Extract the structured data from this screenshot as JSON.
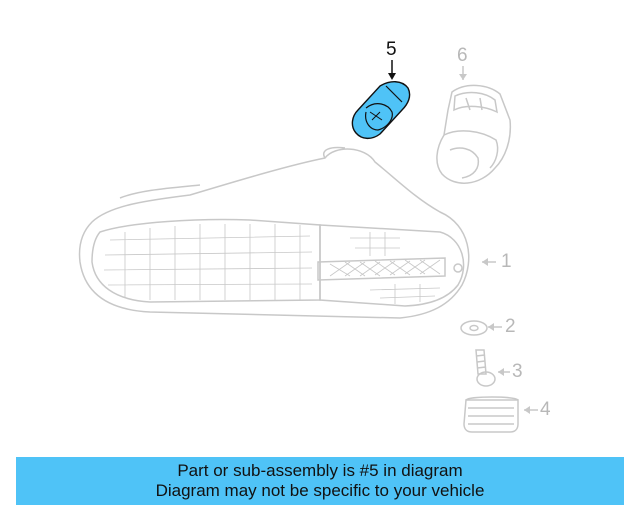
{
  "callouts": {
    "c1": "1",
    "c2": "2",
    "c3": "3",
    "c4": "4",
    "c5": "5",
    "c6": "6"
  },
  "highlighted_part": "5",
  "colors": {
    "highlight": "#4fc3f7",
    "line": "#c8c8c8",
    "active_label": "#111111"
  },
  "banner": {
    "line1": "Part or sub-assembly is #5 in diagram",
    "line2": "Diagram may not be specific to your vehicle"
  }
}
